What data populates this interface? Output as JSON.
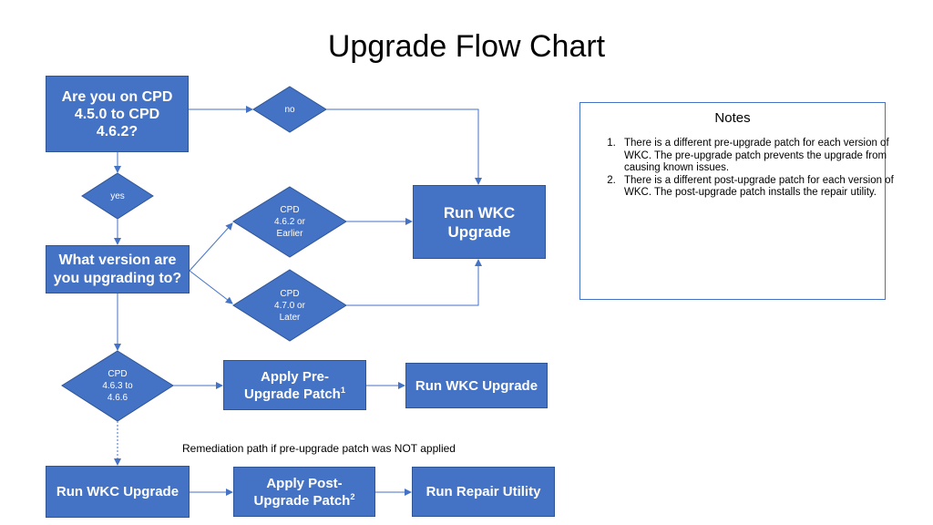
{
  "title": "Upgrade Flow Chart",
  "nodes": {
    "q_cpd": "Are you on CPD\n4.5.0 to CPD\n4.6.2?",
    "d_no": "no",
    "d_yes": "yes",
    "run_wkc_top": "Run WKC\nUpgrade",
    "q_version": "What version are\nyou upgrading to?",
    "d_earlier": "CPD\n4.6.2 or\nEarlier",
    "d_later": "CPD\n4.7.0 or\nLater",
    "d_range": "CPD\n4.6.3 to\n4.6.6",
    "apply_pre": "Apply Pre-\nUpgrade Patch",
    "apply_pre_sup": "1",
    "run_wkc_mid": "Run WKC Upgrade",
    "run_wkc_bottom": "Run WKC Upgrade",
    "apply_post": "Apply Post-\nUpgrade Patch",
    "apply_post_sup": "2",
    "run_repair": "Run Repair Utility"
  },
  "remediation_label": "Remediation path if pre-upgrade patch was NOT applied",
  "notes": {
    "title": "Notes",
    "items": [
      "There is a different pre-upgrade patch for each version of WKC.  The pre-upgrade patch prevents the upgrade from causing known issues.",
      "There is a different post-upgrade patch for each version of WKC.  The post-upgrade patch installs the repair utility."
    ]
  },
  "colors": {
    "box": "#4472c4",
    "border": "#2f5597",
    "line": "#4472c4"
  }
}
